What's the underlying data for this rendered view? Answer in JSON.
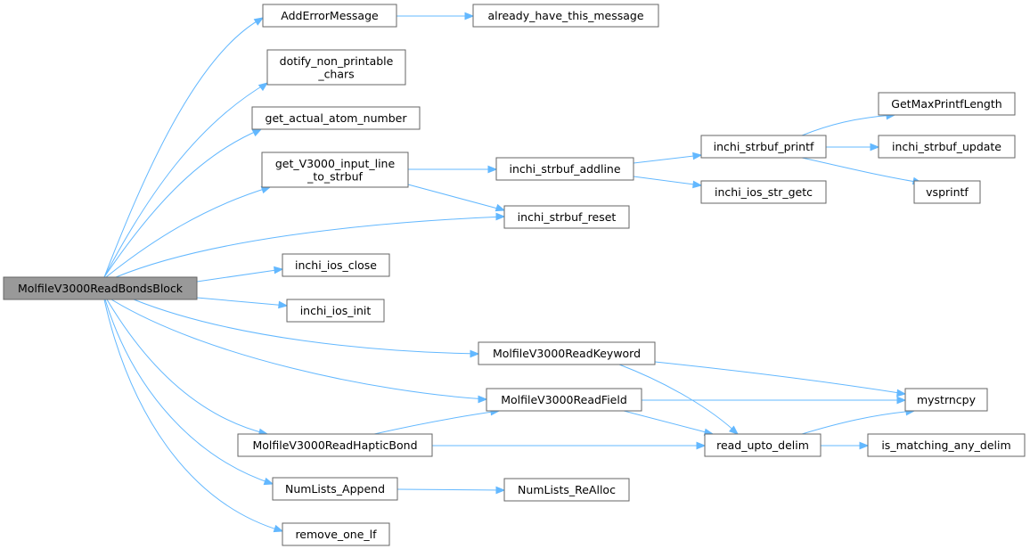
{
  "graph": {
    "colors": {
      "edge": "#63b8ff",
      "node_border": "#666666",
      "root_fill": "#999999",
      "node_fill": "#ffffff"
    },
    "nodes": {
      "root": [
        "MolfileV3000ReadBondsBlock"
      ],
      "add_error": [
        "AddErrorMessage"
      ],
      "already": [
        "already_have_this_message"
      ],
      "dotify": [
        "dotify_non_printable",
        "_chars"
      ],
      "get_atom": [
        "get_actual_atom_number"
      ],
      "get_v3000": [
        "get_V3000_input_line",
        "_to_strbuf"
      ],
      "addline": [
        "inchi_strbuf_addline"
      ],
      "printf": [
        "inchi_strbuf_printf"
      ],
      "maxprintf": [
        "GetMaxPrintfLength"
      ],
      "update": [
        "inchi_strbuf_update"
      ],
      "vsprintf": [
        "vsprintf"
      ],
      "getc": [
        "inchi_ios_str_getc"
      ],
      "reset": [
        "inchi_strbuf_reset"
      ],
      "ios_close": [
        "inchi_ios_close"
      ],
      "ios_init": [
        "inchi_ios_init"
      ],
      "read_keyword": [
        "MolfileV3000ReadKeyword"
      ],
      "read_field": [
        "MolfileV3000ReadField"
      ],
      "mystrncpy": [
        "mystrncpy"
      ],
      "haptic": [
        "MolfileV3000ReadHapticBond"
      ],
      "upto": [
        "read_upto_delim"
      ],
      "matching": [
        "is_matching_any_delim"
      ],
      "append": [
        "NumLists_Append"
      ],
      "realloc": [
        "NumLists_ReAlloc"
      ],
      "remove_lf": [
        "remove_one_lf"
      ]
    }
  }
}
